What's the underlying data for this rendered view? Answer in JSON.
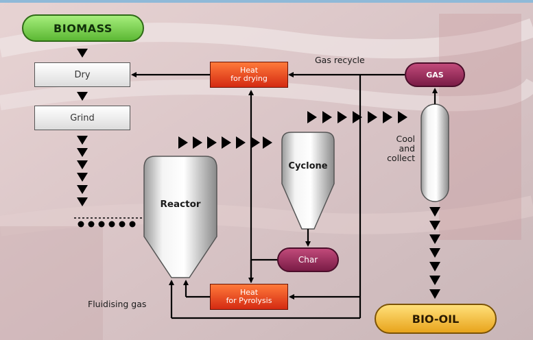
{
  "nodes": {
    "biomass": "BIOMASS",
    "dry": "Dry",
    "grind": "Grind",
    "heat_drying_line1": "Heat",
    "heat_drying_line2": "for drying",
    "gas": "GAS",
    "cyclone": "Cyclone",
    "reactor": "Reactor",
    "char": "Char",
    "heat_pyrolysis_line1": "Heat",
    "heat_pyrolysis_line2": "for Pyrolysis",
    "bio_oil": "BIO-OIL"
  },
  "labels": {
    "gas_recycle": "Gas recycle",
    "cool_line1": "Cool",
    "cool_line2": "and",
    "cool_line3": "collect",
    "fluidising_gas": "Fluidising gas"
  },
  "colors": {
    "biomass": "#6fcf3f",
    "gas": "#9a2a5a",
    "char": "#9a2a5a",
    "bio_oil": "#f5c23a",
    "heat": "#e8401c",
    "arrow": "#000000"
  }
}
